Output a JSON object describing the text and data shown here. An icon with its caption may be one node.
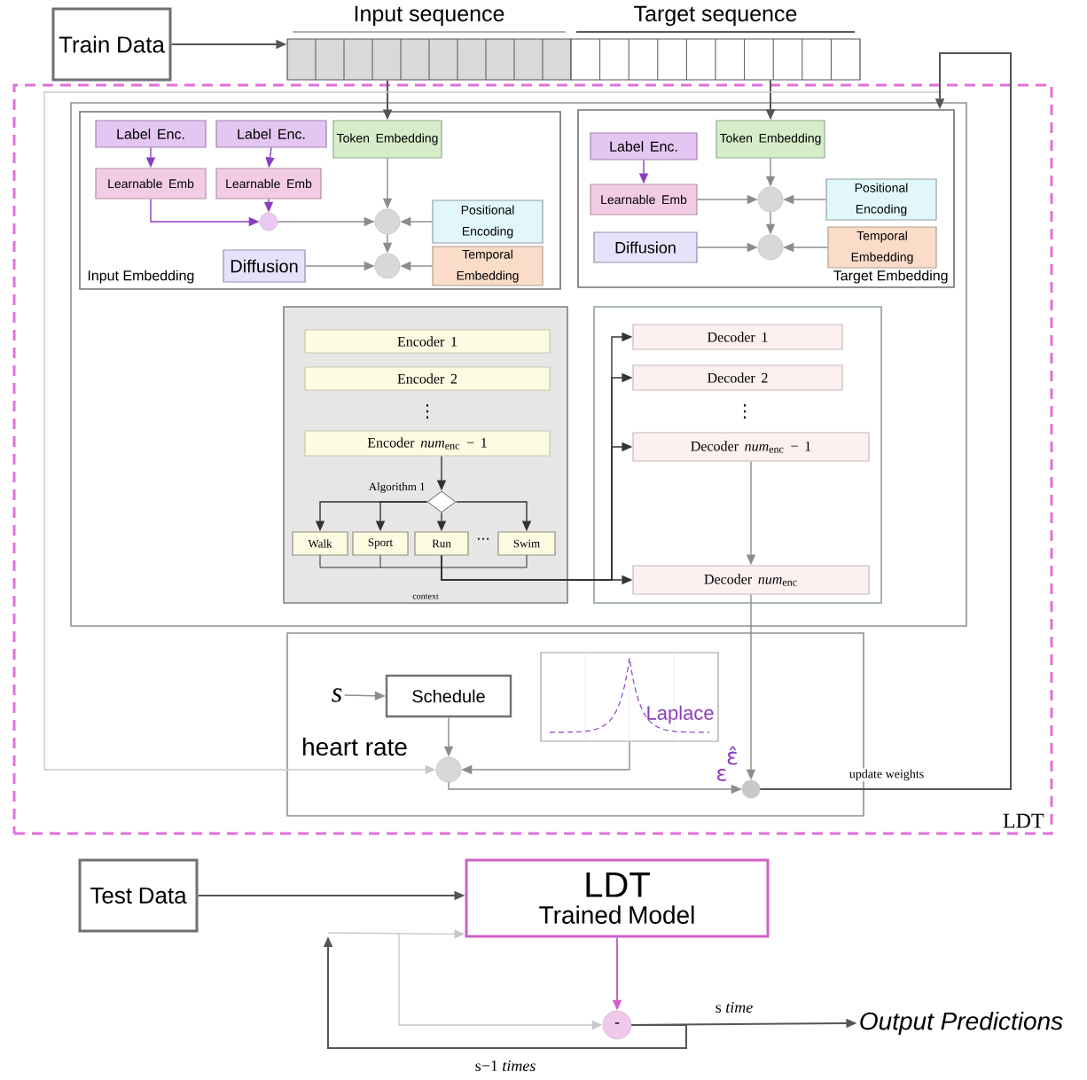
{
  "diagram": {
    "nodes": [
      {
        "text": [
          "Train Data"
        ]
      },
      {
        "text": [
          "Input sequence"
        ]
      },
      {
        "text": [
          "Target sequence"
        ]
      },
      {
        "text": [
          "LDT"
        ]
      },
      {
        "text": [
          "Input Embedding"
        ],
        "in": 3
      },
      {
        "text": [
          "Label Enc."
        ],
        "in": 4
      },
      {
        "text": [
          "Label Enc."
        ],
        "in": 4
      },
      {
        "text": [
          "Token Embedding"
        ],
        "in": 4
      },
      {
        "text": [
          "Learnable Emb"
        ],
        "in": 4
      },
      {
        "text": [
          "Learnable Emb"
        ],
        "in": 4
      },
      {
        "text": [],
        "shape": "circle",
        "in": 4
      },
      {
        "text": [],
        "shape": "circle",
        "in": 4
      },
      {
        "text": [
          "Positional Encoding"
        ],
        "in": 4
      },
      {
        "text": [
          "Diffusion"
        ],
        "in": 4
      },
      {
        "text": [],
        "shape": "circle",
        "in": 4
      },
      {
        "text": [
          "Temporal Embedding"
        ],
        "in": 4
      },
      {
        "text": [
          "Target Embedding"
        ],
        "in": 3
      },
      {
        "text": [
          "Label Enc."
        ],
        "in": 16
      },
      {
        "text": [
          "Token Embedding"
        ],
        "in": 16
      },
      {
        "text": [
          "Learnable Emb"
        ],
        "in": 16
      },
      {
        "text": [],
        "shape": "circle",
        "in": 16
      },
      {
        "text": [
          "Positional Encoding"
        ],
        "in": 16
      },
      {
        "text": [
          "Diffusion"
        ],
        "in": 16
      },
      {
        "text": [],
        "shape": "circle",
        "in": 16
      },
      {
        "text": [
          "Temporal Embedding"
        ],
        "in": 16
      },
      {
        "text": [
          "context"
        ],
        "in": 3
      },
      {
        "text": [
          "Encoder 1"
        ],
        "in": 25
      },
      {
        "text": [
          "Encoder 2"
        ],
        "in": 25
      },
      {
        "text": [
          "Encoder *num*$_{enc}$ − 1"
        ],
        "in": 25
      },
      {
        "text": [],
        "shape": "diamond",
        "beside": [
          "Algorithm 1"
        ],
        "in": 25
      },
      {
        "text": [
          "Walk"
        ],
        "in": 25
      },
      {
        "text": [
          "Sport"
        ],
        "in": 25
      },
      {
        "text": [
          "Run"
        ],
        "in": 25
      },
      {
        "text": [
          "Swim"
        ],
        "in": 25
      },
      {
        "text": [],
        "shape": "box",
        "in": 3
      },
      {
        "text": [
          "Decoder 1"
        ],
        "in": 34
      },
      {
        "text": [
          "Decoder 2"
        ],
        "in": 34
      },
      {
        "text": [
          "Decoder *num*$_{enc}$ − 1"
        ],
        "in": 34
      },
      {
        "text": [
          "Decoder *num*$_{enc}$"
        ],
        "in": 34
      },
      {
        "text": [],
        "shape": "box",
        "in": 3
      },
      {
        "text": [
          "s"
        ],
        "in": 39
      },
      {
        "text": [
          "Schedule"
        ],
        "in": 39
      },
      {
        "text": [
          "Laplace"
        ],
        "in": 39
      },
      {
        "text": [],
        "shape": "circle",
        "in": 39
      },
      {
        "text": [],
        "shape": "circle",
        "in": 39
      },
      {
        "text": [
          "Test Data"
        ]
      },
      {
        "text": [
          "LDT",
          "Trained Model"
        ]
      },
      {
        "text": [
          "-"
        ]
      },
      {
        "text": [
          "Output Predictions"
        ]
      }
    ],
    "edges": [
      {
        "from": 0,
        "to": 1,
        "arrow": "to",
        "color": "#555555"
      },
      {
        "from": 1,
        "to": 7,
        "arrow": "to",
        "color": "#555555"
      },
      {
        "from": 2,
        "to": 18,
        "arrow": "to",
        "color": "#555555"
      },
      {
        "from": 5,
        "to": 8,
        "arrow": "to",
        "color": "#8a3fc0"
      },
      {
        "from": 6,
        "to": 9,
        "arrow": "to",
        "color": "#8a3fc0"
      },
      {
        "from": 8,
        "to": 10,
        "arrow": "to",
        "color": "#8a3fc0"
      },
      {
        "from": 9,
        "to": 10,
        "arrow": "to",
        "color": "#8a3fc0"
      },
      {
        "from": 10,
        "to": 11,
        "arrow": "to"
      },
      {
        "from": 7,
        "to": 11,
        "arrow": "to"
      },
      {
        "from": 12,
        "to": 11,
        "arrow": "to"
      },
      {
        "from": 11,
        "to": 14,
        "arrow": "to"
      },
      {
        "from": 13,
        "to": 14,
        "arrow": "to"
      },
      {
        "from": 15,
        "to": 14,
        "arrow": "to"
      },
      {
        "from": 17,
        "to": 19,
        "arrow": "to",
        "color": "#8a3fc0"
      },
      {
        "from": 18,
        "to": 20,
        "arrow": "to"
      },
      {
        "from": 19,
        "to": 20,
        "arrow": "to"
      },
      {
        "from": 21,
        "to": 20,
        "arrow": "to"
      },
      {
        "from": 20,
        "to": 23,
        "arrow": "to"
      },
      {
        "from": 22,
        "to": 23,
        "arrow": "to"
      },
      {
        "from": 24,
        "to": 23,
        "arrow": "to"
      },
      {
        "from": 28,
        "to": 29,
        "arrow": "to",
        "color": "#333333"
      },
      {
        "from": 29,
        "to": 30,
        "arrow": "to",
        "color": "#333333"
      },
      {
        "from": 29,
        "to": 31,
        "arrow": "to",
        "color": "#333333"
      },
      {
        "from": 29,
        "to": 32,
        "arrow": "to",
        "color": "#333333"
      },
      {
        "from": 29,
        "to": 33,
        "arrow": "to",
        "color": "#333333"
      },
      {
        "from": 32,
        "to": 35,
        "arrow": "to",
        "color": "#333333"
      },
      {
        "from": 32,
        "to": 36,
        "arrow": "to",
        "color": "#333333"
      },
      {
        "from": 32,
        "to": 37,
        "arrow": "to",
        "color": "#333333"
      },
      {
        "from": 32,
        "to": 38,
        "arrow": "to",
        "color": "#333333"
      },
      {
        "from": 37,
        "to": 38,
        "arrow": "to"
      },
      {
        "from": 38,
        "to": 44,
        "arrow": "to",
        "label": "ε̂"
      },
      {
        "from": 40,
        "to": 41,
        "arrow": "to"
      },
      {
        "from": 41,
        "to": 43,
        "arrow": "to"
      },
      {
        "from": 42,
        "to": 43,
        "arrow": "to"
      },
      {
        "from": null,
        "to": 43,
        "arrow": "to",
        "label": "heart rate",
        "color": "#c8c8c8"
      },
      {
        "from": 43,
        "to": 44,
        "arrow": "to",
        "label": "ε"
      },
      {
        "from": 44,
        "to": 16,
        "arrow": "to",
        "label": "update weights",
        "color": "#555555"
      },
      {
        "from": 45,
        "to": 46,
        "arrow": "to",
        "color": "#555555"
      },
      {
        "from": 46,
        "to": 47,
        "arrow": "to",
        "color": "#d060c8"
      },
      {
        "from": 47,
        "to": 48,
        "arrow": "to",
        "label": "s *time*",
        "color": "#555555"
      },
      {
        "from": 47,
        "to": null,
        "arrow": "to",
        "label": "s−1 *times*",
        "color": "#555555"
      },
      {
        "from": null,
        "to": 46,
        "arrow": "to",
        "color": "#c8c8c8"
      },
      {
        "from": null,
        "to": 47,
        "arrow": "to",
        "color": "#c8c8c8"
      }
    ],
    "labels": [
      "⋮",
      "⋮",
      "···"
    ]
  }
}
